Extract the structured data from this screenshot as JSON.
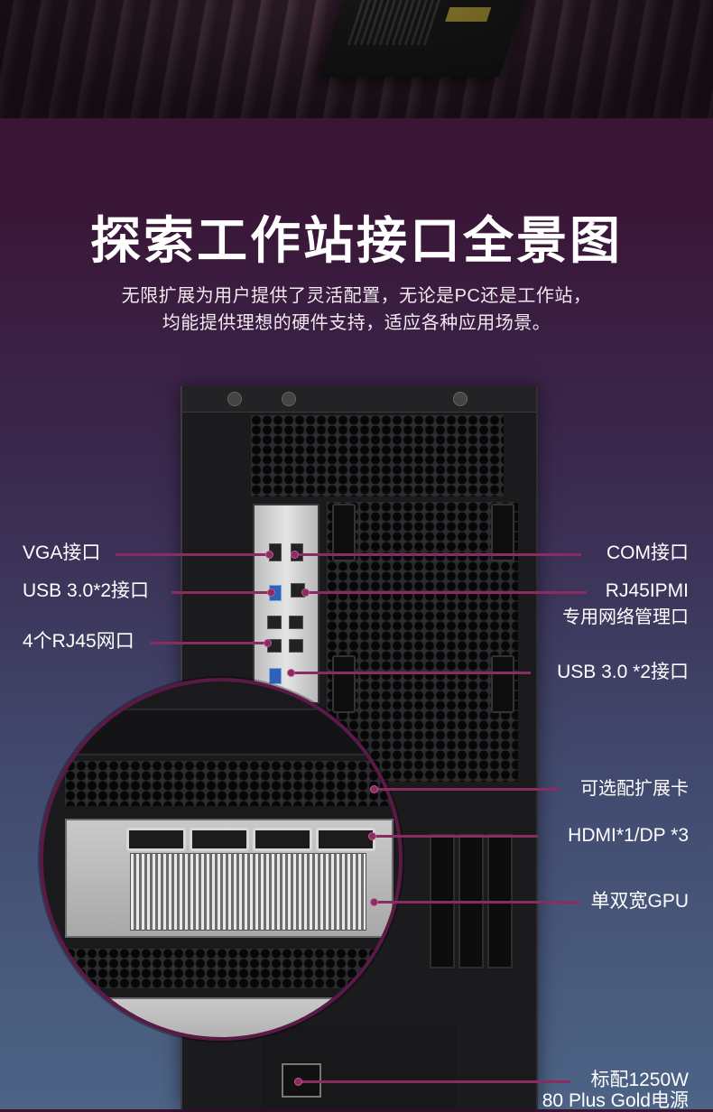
{
  "header": {
    "title": "探索工作站接口全景图",
    "subtitle_line1": "无限扩展为用户提供了灵活配置，无论是PC还是工作站，",
    "subtitle_line2": "均能提供理想的硬件支持，适应各种应用场景。"
  },
  "annotations": {
    "vga": "VGA接口",
    "usb30_left": "USB 3.0*2接口",
    "rj45": "4个RJ45网口",
    "com": "COM接口",
    "rj45ipmi_line1": "RJ45IPMI",
    "rj45ipmi_line2": "专用网络管理口",
    "usb30_right": "USB 3.0 *2接口",
    "expansion": "可选配扩展卡",
    "hdmi_dp": "HDMI*1/DP *3",
    "gpu": "单双宽GPU",
    "psu_line1": "标配1250W",
    "psu_line2": "80 Plus Gold电源"
  },
  "colors": {
    "accent_line": "#8a2b61",
    "background_top": "#3a1330",
    "background_bottom": "#4d6486"
  }
}
